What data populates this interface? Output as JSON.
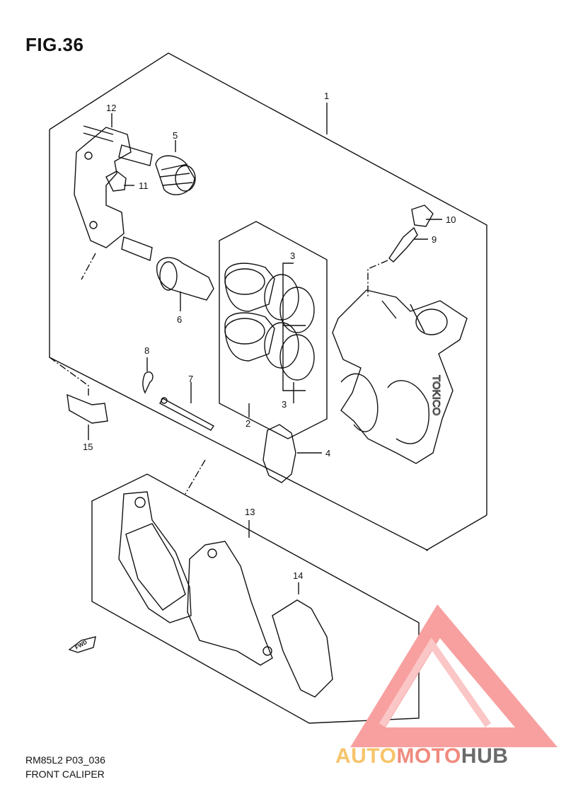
{
  "figure": {
    "title": "FIG.36"
  },
  "caption": {
    "model_code": "RM85L2 P03_036",
    "name": "FRONT CALIPER"
  },
  "watermark": {
    "part1": "AUTO",
    "part2": "MOTO",
    "part3": "HUB",
    "colors": {
      "logo": "#f8a0a0",
      "auto": "#f7c46a",
      "moto": "#f08a7e",
      "hub": "#6a6a6a"
    }
  },
  "callouts": {
    "c1": "1",
    "c2": "2",
    "c3a": "3",
    "c3b": "3",
    "c4": "4",
    "c5": "5",
    "c6": "6",
    "c7": "7",
    "c8": "8",
    "c9": "9",
    "c10": "10",
    "c11": "11",
    "c12": "12",
    "c13": "13",
    "c14": "14",
    "c15": "15"
  },
  "fwd_label": "FWD",
  "caliper_brand": "TOKICO"
}
